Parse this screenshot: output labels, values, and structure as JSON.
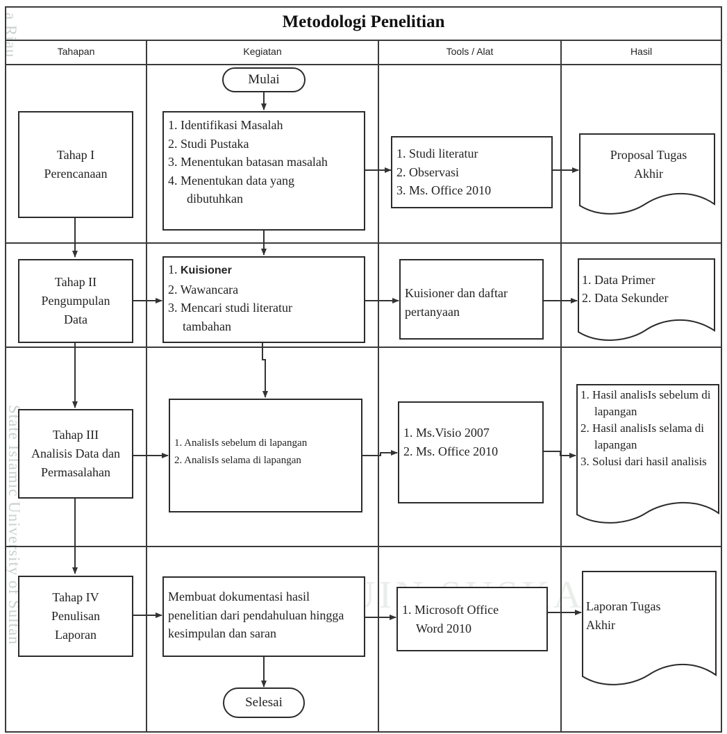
{
  "title": "Metodologi Penelitian",
  "columns": [
    "Tahapan",
    "Kegiatan",
    "Tools / Alat",
    "Hasil"
  ],
  "watermark": {
    "side_top": "a Riau",
    "side_bottom": "State Islamic University of Sultan",
    "center": "UIN SUSKA RIAU"
  },
  "terminals": {
    "start": "Mulai",
    "end": "Selesai"
  },
  "stages": [
    {
      "tahapan": "Tahap I\nPerencanaan",
      "kegiatan": [
        "1. Identifikasi Masalah",
        "2. Studi Pustaka",
        "3.  Menentukan batasan masalah",
        "4. Menentukan data yang dibutuhkan"
      ],
      "tools": [
        "1. Studi literatur",
        "2. Observasi",
        "3. Ms. Office 2010"
      ],
      "hasil": "Proposal Tugas Akhir"
    },
    {
      "tahapan": "Tahap II\nPengumpulan\nData",
      "kegiatan": [
        "1. Kuisioner",
        "2. Wawancara",
        "3. Mencari studi literatur tambahan"
      ],
      "tools": [
        "Kuisioner dan daftar pertanyaan"
      ],
      "hasil": [
        "1. Data Primer",
        "2. Data Sekunder"
      ]
    },
    {
      "tahapan": "Tahap III\nAnalisis Data dan\nPermasalahan",
      "kegiatan": [
        "1. AnalisIs sebelum di lapangan",
        "2. AnalisIs selama di lapangan"
      ],
      "tools": [
        "1. Ms.Visio 2007",
        "2. Ms. Office 2010"
      ],
      "hasil": [
        "1. Hasil analisIs sebelum di lapangan",
        "2. Hasil analisIs selama di lapangan",
        "3. Solusi dari hasil analisis"
      ]
    },
    {
      "tahapan": "Tahap IV\nPenulisan\nLaporan",
      "kegiatan": [
        "Membuat dokumentasi hasil penelitian dari pendahuluan hingga kesimpulan dan saran"
      ],
      "tools": [
        "1. Microsoft Office Word 2010"
      ],
      "hasil": "Laporan Tugas Akhir"
    }
  ]
}
